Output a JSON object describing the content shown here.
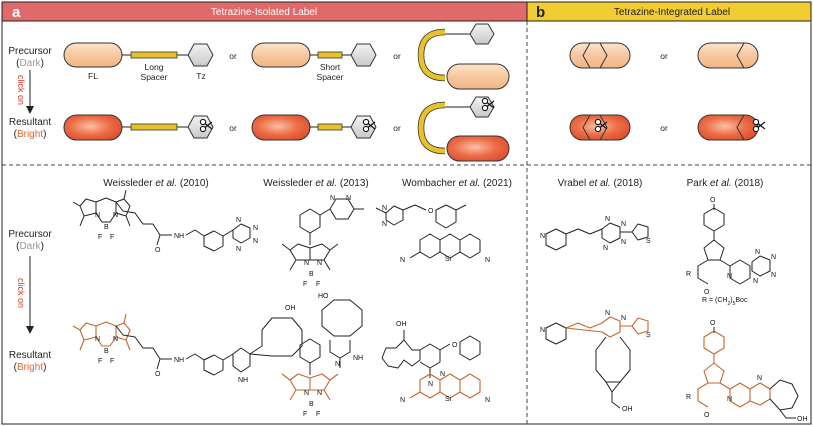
{
  "panel_a": {
    "letter": "a",
    "title": "Tetrazine-Isolated Label",
    "header_color": "#e06a6a",
    "constructs": {
      "fl": "FL",
      "long_spacer": "Long\nSpacer",
      "short_spacer": "Short\nSpacer",
      "tz": "Tz",
      "or": "or"
    },
    "examples": [
      {
        "authors": "Weissleder",
        "etal": "et al.",
        "year": "(2010)"
      },
      {
        "authors": "Weissleder",
        "etal": "et al.",
        "year": "(2013)"
      },
      {
        "authors": "Wombacher",
        "etal": "et al.",
        "year": "(2021)"
      }
    ]
  },
  "panel_b": {
    "letter": "b",
    "title": "Tetrazine-Integrated Label",
    "header_color": "#f2cc33",
    "or": "or",
    "examples": [
      {
        "authors": "Vrabel",
        "etal": "et al.",
        "year": "(2018)"
      },
      {
        "authors": "Park",
        "etal": "et al.",
        "year": "(2018)"
      }
    ],
    "r_group": "R = (CH",
    "r_group_sub": "2",
    "r_group_tail": ")",
    "r_group_sub2": "5",
    "r_group_end": "Boc"
  },
  "rows": {
    "precursor": "Precursor",
    "dark": "Dark",
    "resultant": "Resultant",
    "bright": "Bright",
    "click_on": "click on"
  },
  "atoms": {
    "N": "N",
    "B": "B",
    "F": "F",
    "O": "O",
    "H": "H",
    "Si": "Si",
    "S": "S",
    "R": "R",
    "NH": "NH",
    "OH": "OH",
    "plus": "+",
    "minus": "−"
  },
  "colors": {
    "dark_fl": "#f7c8a0",
    "bright_fl": "#e2552f",
    "spacer": "#e8c22a",
    "tz": "#d8d8d8",
    "product_line": "#c8642a",
    "click_on": "#d13a2a",
    "bright_text": "#e0662e"
  }
}
